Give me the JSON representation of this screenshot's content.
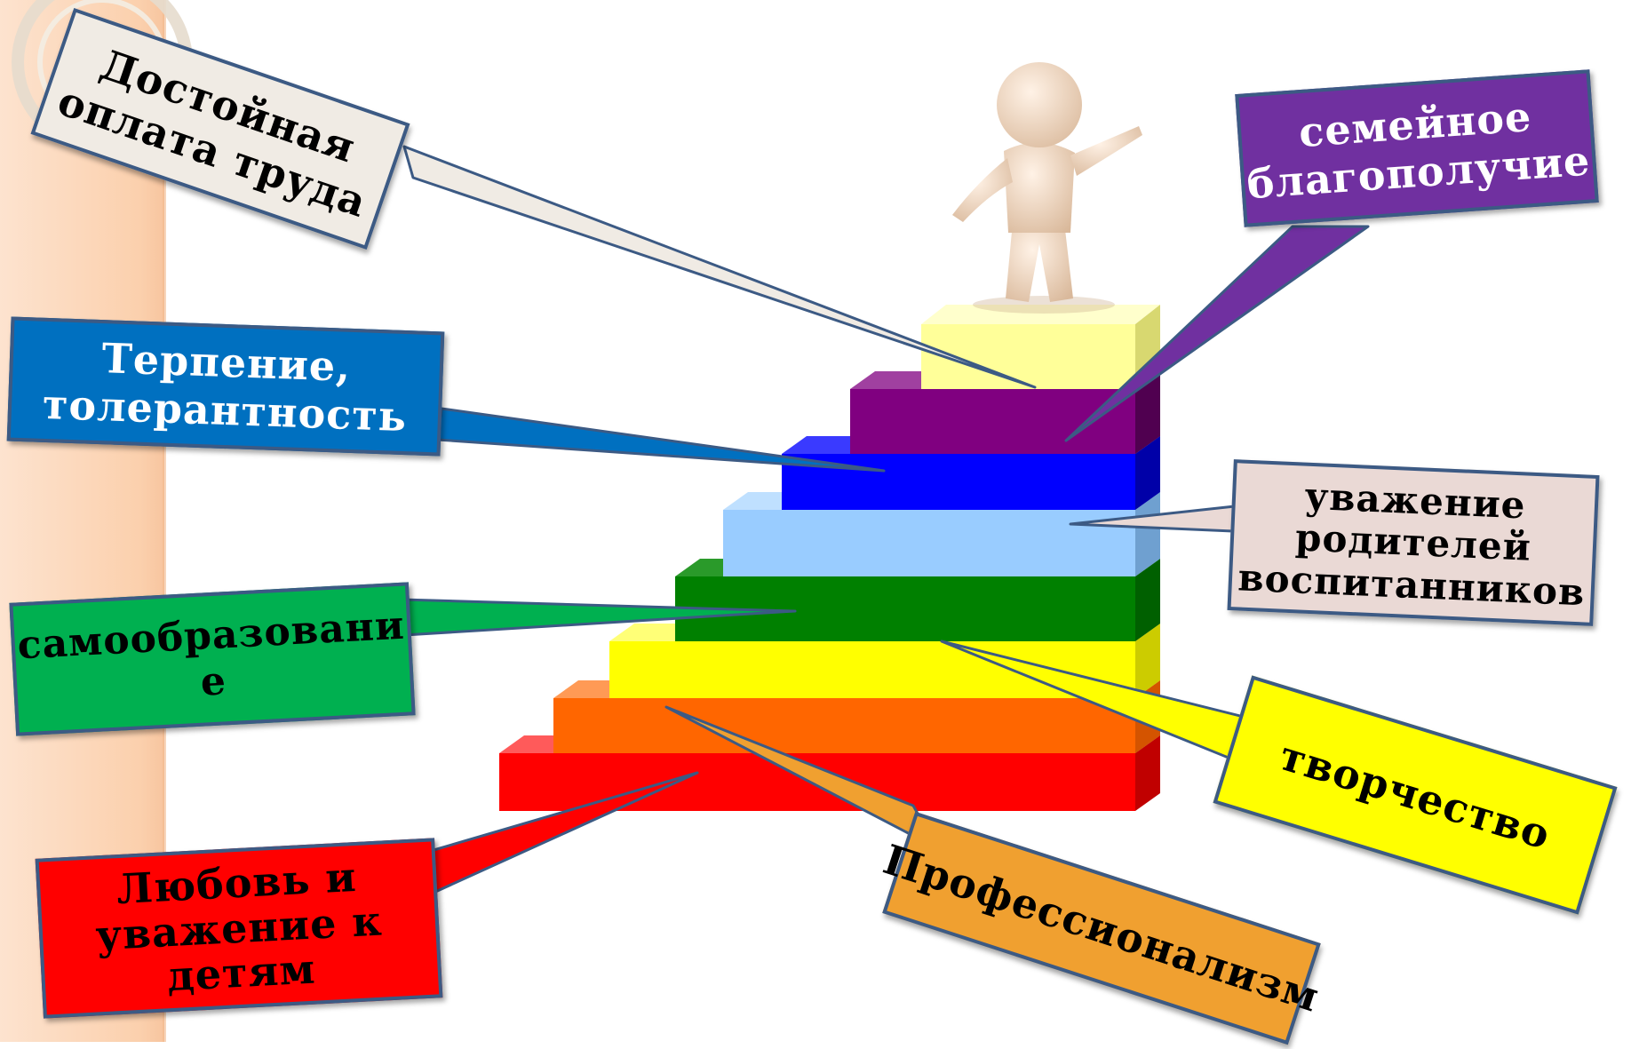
{
  "colors": {
    "sidebar": "#fbd2b0",
    "callout_border": "#3c5a84",
    "steps": [
      "#ff0000",
      "#ff6600",
      "#ffff00",
      "#008000",
      "#99ccff",
      "#0000ff",
      "#800080",
      "#ffff99"
    ]
  },
  "icons": [
    "human-figure-icon"
  ],
  "labels": {
    "payment": {
      "lines": [
        "Достойная",
        "оплата труда"
      ],
      "fill": "#f0ebe4",
      "text": "#000000"
    },
    "family": {
      "lines": [
        "семейное",
        "благополучие"
      ],
      "fill": "#7030a0",
      "text": "#ffffff"
    },
    "patience": {
      "lines": [
        "Терпение,",
        "толерантность"
      ],
      "fill": "#0070c0",
      "text": "#ffffff"
    },
    "respect": {
      "lines": [
        "уважение",
        "родителей",
        "воспитанников"
      ],
      "fill": "#ead9d5",
      "text": "#000000"
    },
    "selfedu": {
      "lines": [
        "самообразовани",
        "е"
      ],
      "fill": "#00b050",
      "text": "#000000"
    },
    "creativity": {
      "lines": [
        "творчество"
      ],
      "fill": "#ffff00",
      "text": "#000000"
    },
    "love": {
      "lines": [
        "Любовь  и",
        "уважение к",
        "детям"
      ],
      "fill": "#ff0000",
      "text": "#000000"
    },
    "profession": {
      "lines": [
        "Профессионализм"
      ],
      "fill": "#f0a030",
      "text": "#000000"
    }
  }
}
